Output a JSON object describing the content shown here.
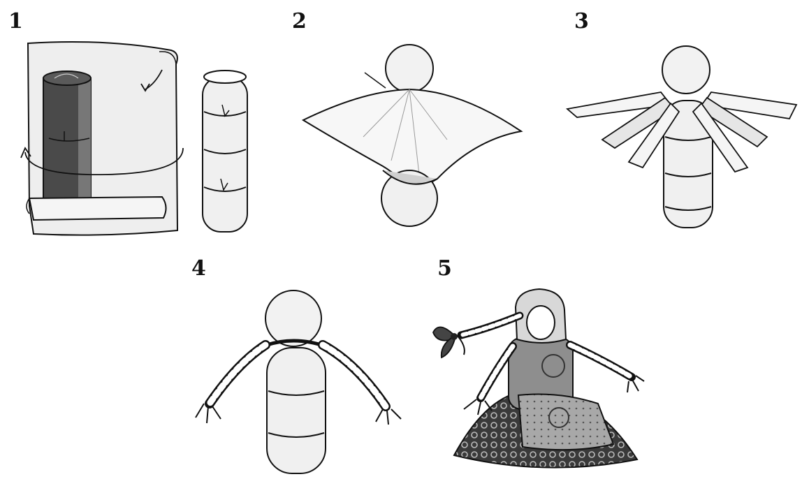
{
  "steps": [
    {
      "number": "1"
    },
    {
      "number": "2"
    },
    {
      "number": "3"
    },
    {
      "number": "4"
    },
    {
      "number": "5"
    }
  ],
  "colors": {
    "ink": "#111111",
    "paper": "#ffffff",
    "cloth_light": "#e8e8e8",
    "cloth_dark": "#555555",
    "apron": "#9a9a9a",
    "skirt": "#333333"
  }
}
